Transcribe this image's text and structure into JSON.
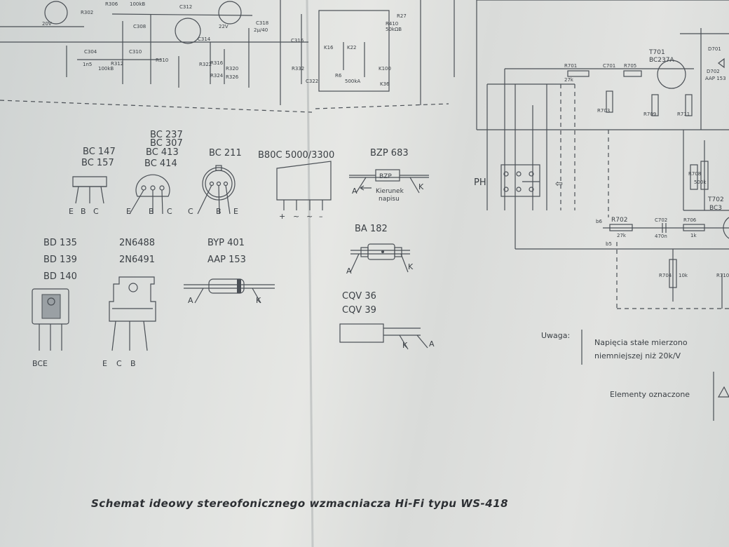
{
  "title": "Schemat ideowy stereofonicznego wzmacniacza Hi-Fi typu WS-418",
  "note": {
    "uwaga_label": "Uwaga:",
    "line1": "Napięcia stałe mierzono",
    "line2": "niemniejszej niż 20k/V",
    "line3": "Elementy oznaczone"
  },
  "packages": {
    "bc147": [
      "BC 147",
      "BC 157"
    ],
    "bc237": [
      "BC 237",
      "BC 307",
      "BC 413",
      "BC 414"
    ],
    "bc211": "BC 211",
    "b80c": "B80C 5000/3300",
    "bzp": "BZP 683",
    "bzp_body": "BZP",
    "bzp_dir": [
      "Kierunek",
      "napisu"
    ],
    "bd": [
      "BD 135",
      "BD 139",
      "BD 140"
    ],
    "n6488": [
      "2N6488",
      "2N6491"
    ],
    "byp": [
      "BYP 401",
      "AAP 153"
    ],
    "ba182": "BA 182",
    "cqv": [
      "CQV 36",
      "CQV 39"
    ],
    "pins_ebc": [
      "E",
      "B",
      "C"
    ],
    "pins_cbe": [
      "C",
      "B",
      "E"
    ],
    "pins_bce": "BCE",
    "pins_ecb": [
      "E",
      "C",
      "B"
    ],
    "bridge_pins": [
      "+",
      "~",
      "~",
      "–"
    ],
    "diode_pins": [
      "A",
      "K"
    ]
  },
  "schematic": {
    "ph": "PH",
    "arrow": "⇦",
    "top_labels": [
      "R306",
      "100kB",
      "C312",
      "C308",
      "R302",
      "C304",
      "1n5",
      "R312",
      "100kB",
      "C310",
      "R310",
      "C314",
      "R316",
      "R320",
      "R322",
      "20V",
      "22V",
      "C318",
      "2µ/40",
      "R324",
      "R326",
      "C316",
      "R27",
      "R410",
      "50kΩB",
      "K16",
      "K22",
      "K100",
      "K36",
      "R6",
      "500kA",
      "C322",
      "R332"
    ],
    "right_labels": [
      "T701",
      "BC237A",
      "R701",
      "27k",
      "C701",
      "R705",
      "R703",
      "R709",
      "R711",
      "D701",
      "D702",
      "AAP 153",
      "R708",
      "500k",
      "T702",
      "BC3",
      "R702",
      "27k",
      "C702",
      "470n",
      "R706",
      "1k",
      "R704",
      "10k",
      "R710",
      "b6",
      "b5"
    ]
  }
}
